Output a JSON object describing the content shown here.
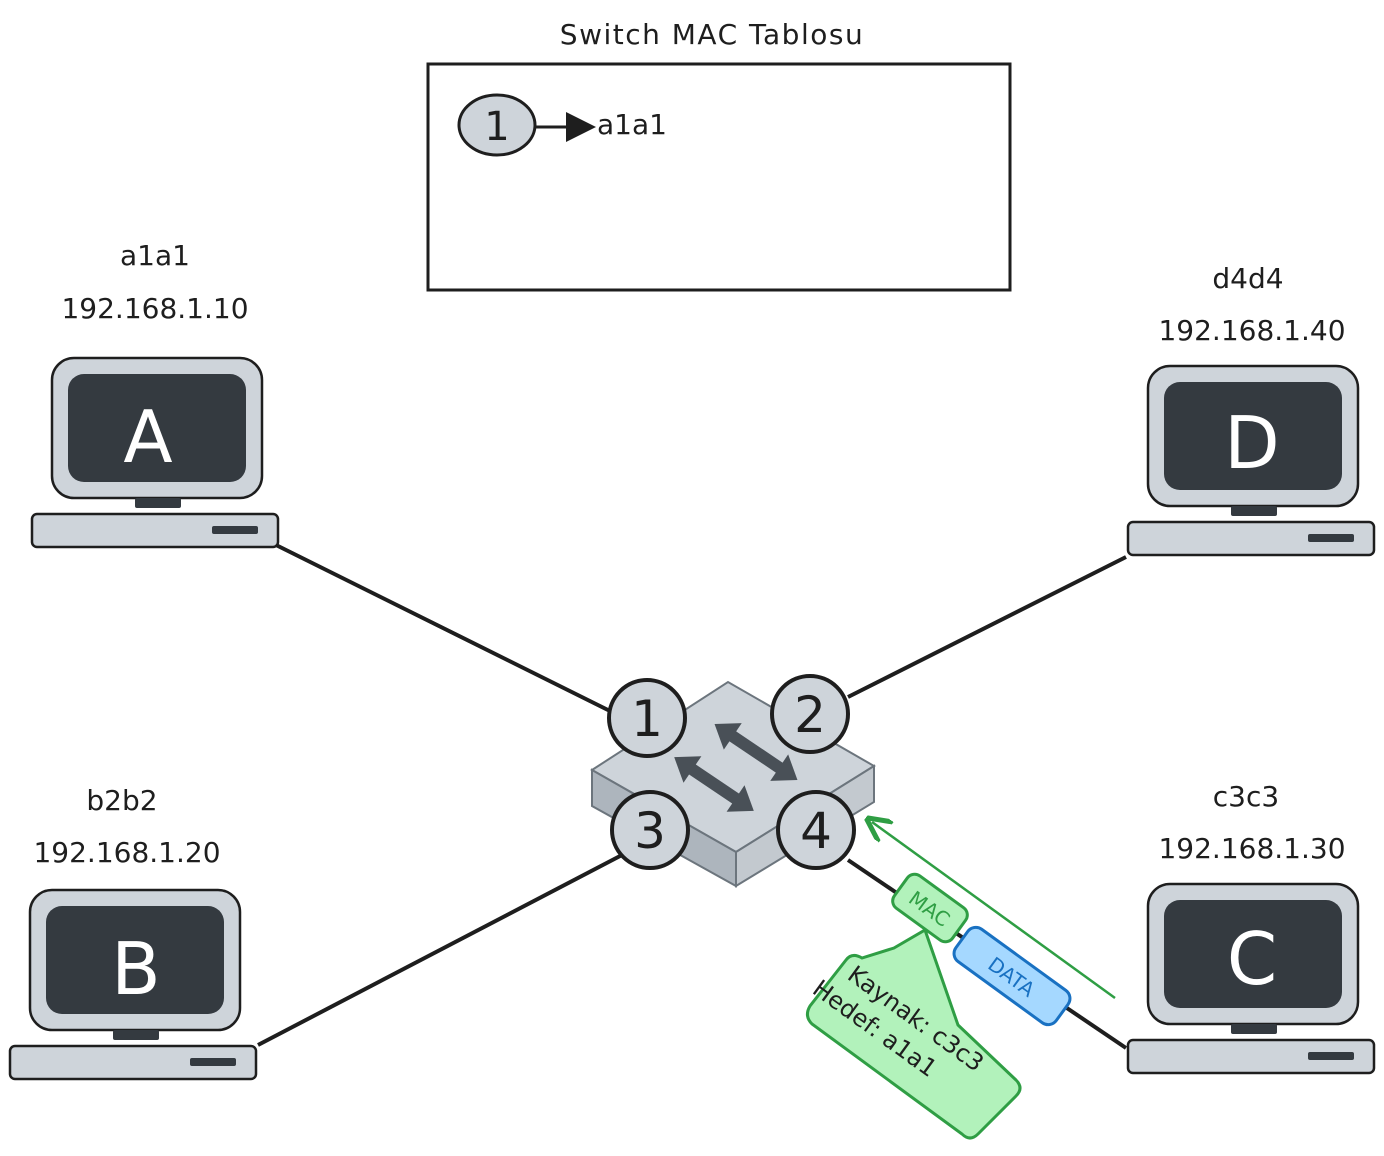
{
  "mac_table": {
    "title": "Switch MAC Tablosu",
    "entries": [
      {
        "port": "1",
        "mac": "a1a1"
      }
    ]
  },
  "computers": [
    {
      "id": "A",
      "letter": "A",
      "mac": "a1a1",
      "ip": "192.168.1.10"
    },
    {
      "id": "B",
      "letter": "B",
      "mac": "b2b2",
      "ip": "192.168.1.20"
    },
    {
      "id": "C",
      "letter": "C",
      "mac": "c3c3",
      "ip": "192.168.1.30"
    },
    {
      "id": "D",
      "letter": "D",
      "mac": "d4d4",
      "ip": "192.168.1.40"
    }
  ],
  "switch": {
    "ports": [
      "1",
      "2",
      "3",
      "4"
    ]
  },
  "frame": {
    "mac_label": "MAC",
    "data_label": "DATA",
    "source_line": "Kaynak: c3c3",
    "target_line": "Hedef: a1a1"
  },
  "colors": {
    "stroke": "#1e1e1e",
    "screen": "#343a40",
    "case_fill": "#ced4da",
    "port_fill": "#ced4da",
    "switch_top": "#ced4da",
    "switch_side": "#adb5bd",
    "arrow_gray": "#495057",
    "mac_green_fill": "#b2f2bb",
    "mac_green_stroke": "#2f9e44",
    "data_blue_fill": "#a5d8ff",
    "data_blue_stroke": "#1971c2"
  }
}
